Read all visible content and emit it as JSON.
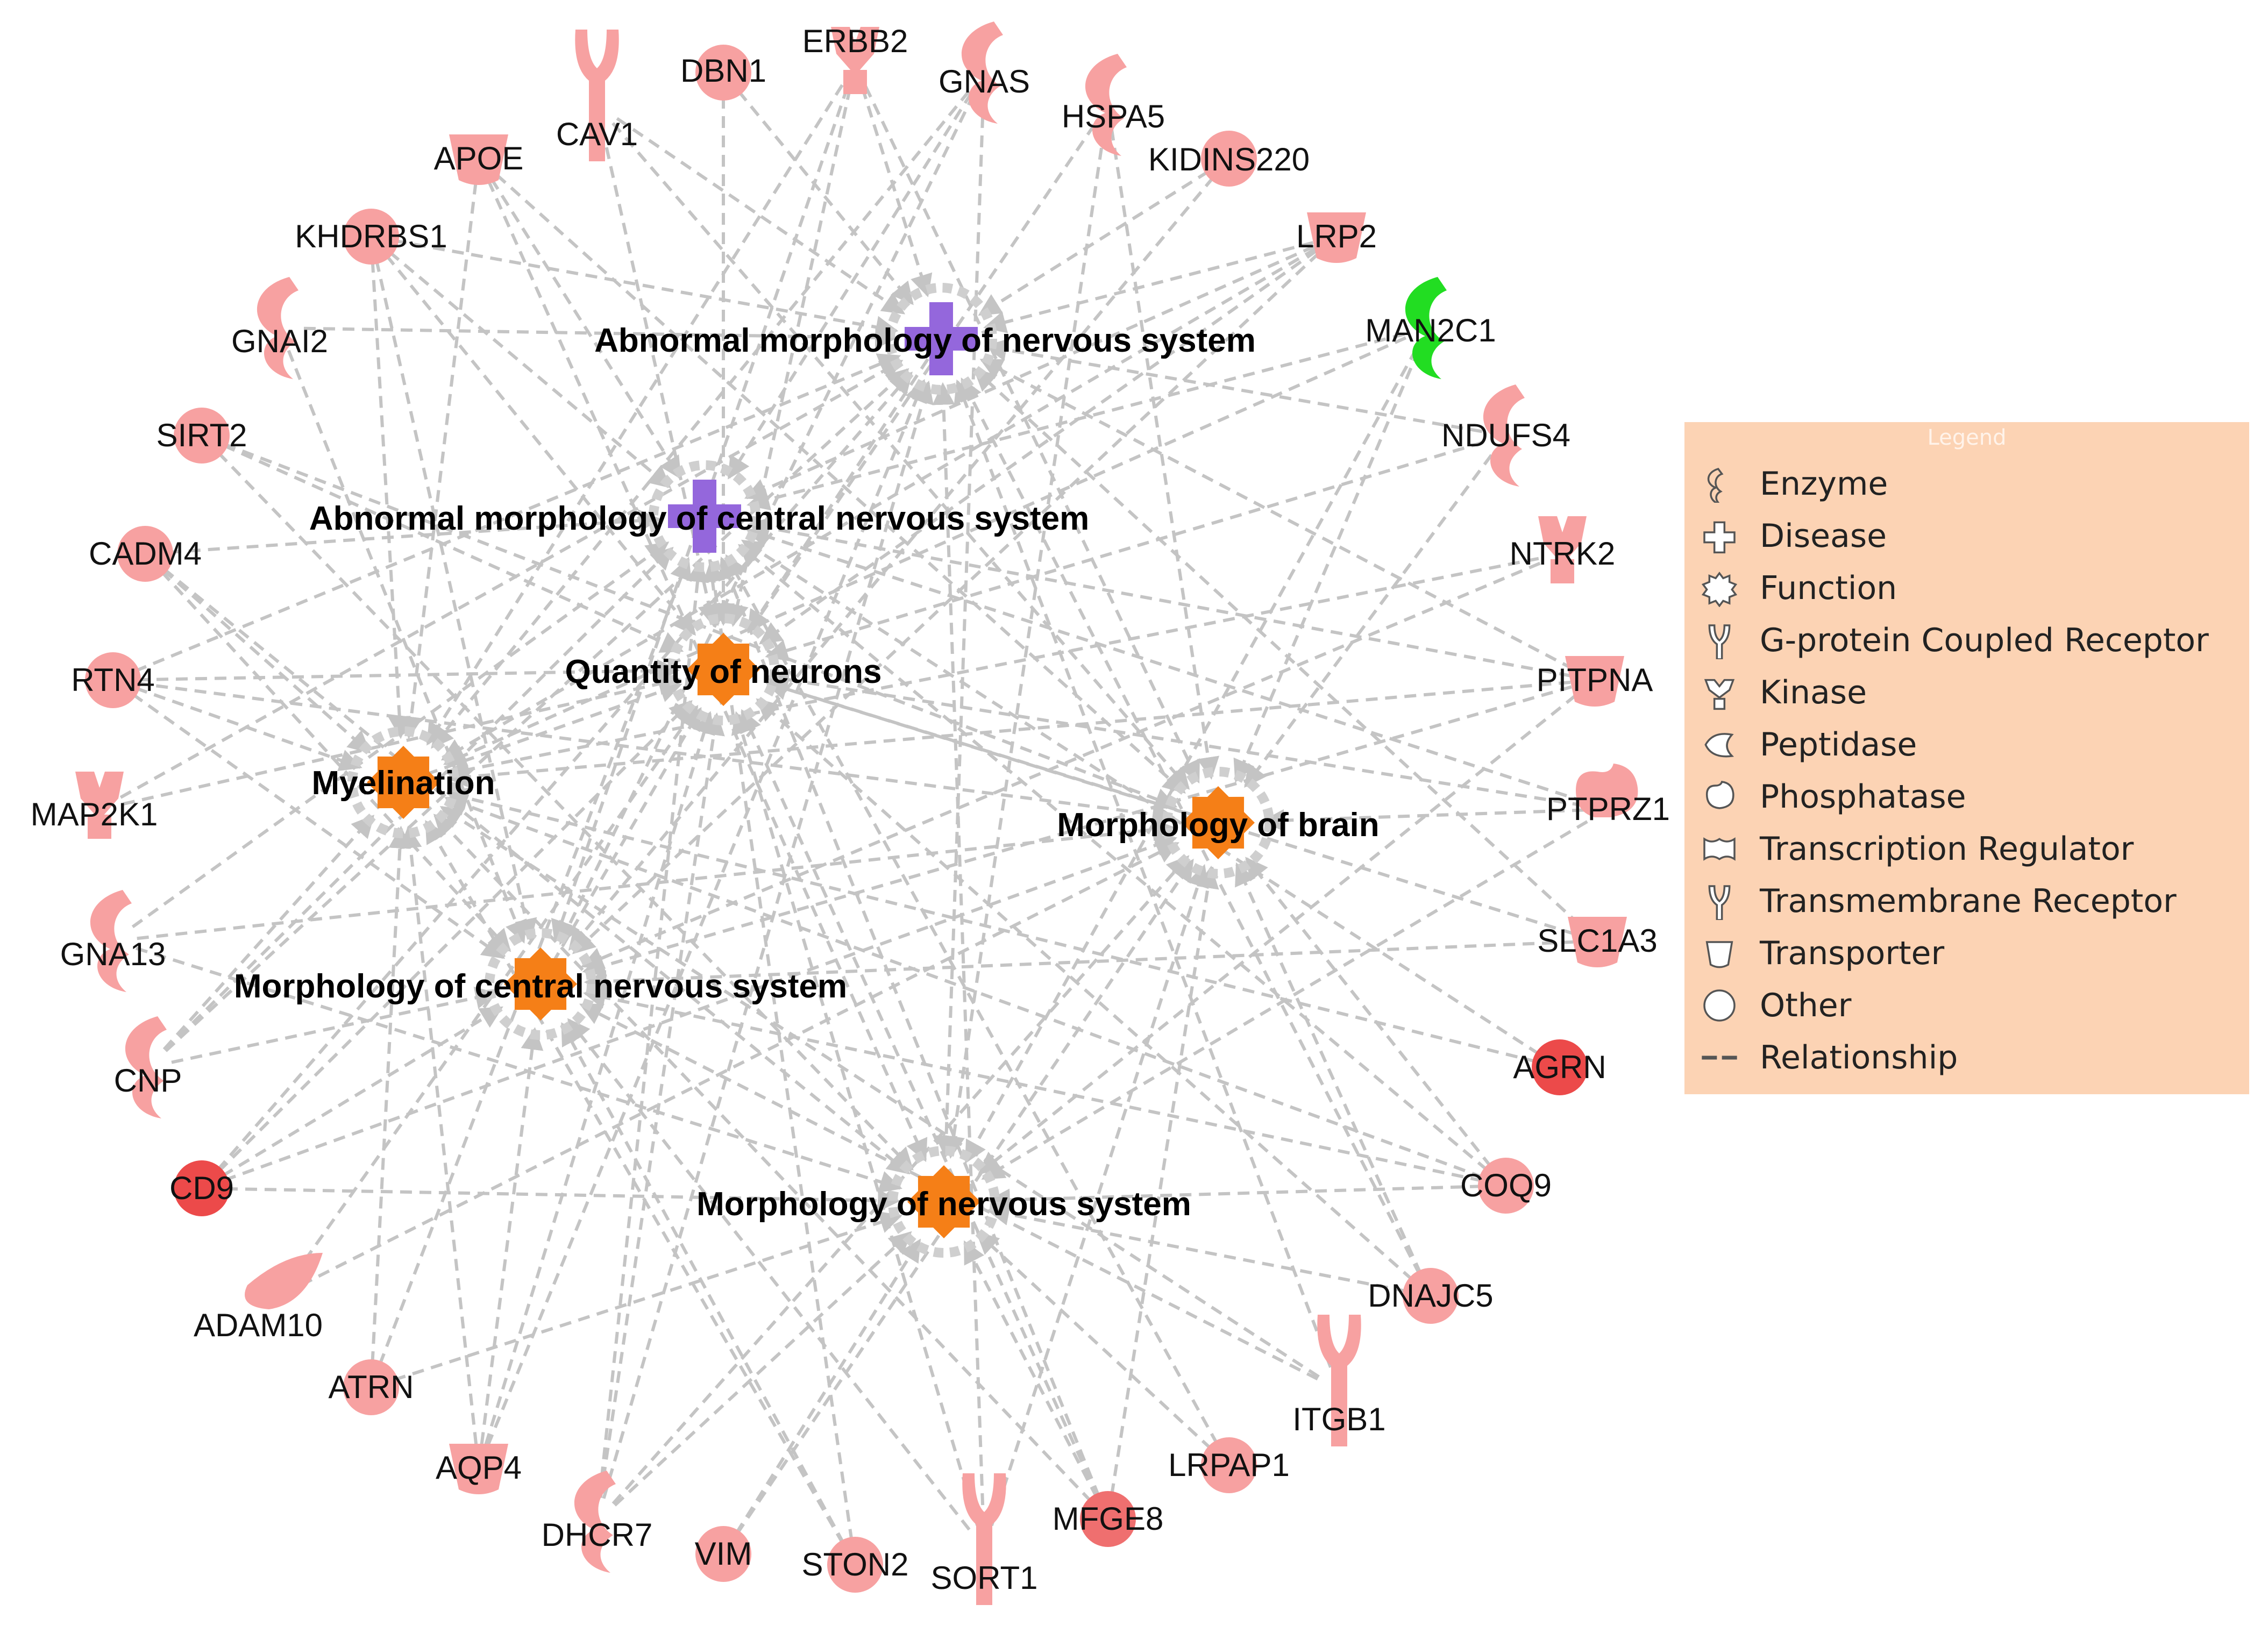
{
  "colors": {
    "gene_fill": "#f7a1a1",
    "gene_fill_dark": "#ec4a4a",
    "gene_fill_green": "#22dd22",
    "disease": "#9467dc",
    "function": "#f57f17",
    "edge": "#c4c4c4",
    "legend_bg": "#fcd3b4"
  },
  "legend": {
    "title": "Legend",
    "items": [
      {
        "label": "Enzyme",
        "icon": "enzyme-icon"
      },
      {
        "label": "Disease",
        "icon": "disease-icon"
      },
      {
        "label": "Function",
        "icon": "function-icon"
      },
      {
        "label": "G-protein Coupled Receptor",
        "icon": "gpcr-icon"
      },
      {
        "label": "Kinase",
        "icon": "kinase-icon"
      },
      {
        "label": "Peptidase",
        "icon": "peptidase-icon"
      },
      {
        "label": "Phosphatase",
        "icon": "phosphatase-icon"
      },
      {
        "label": "Transcription Regulator",
        "icon": "transcription-regulator-icon"
      },
      {
        "label": "Transmembrane Receptor",
        "icon": "transmembrane-receptor-icon"
      },
      {
        "label": "Transporter",
        "icon": "transporter-icon"
      },
      {
        "label": "Other",
        "icon": "other-icon"
      },
      {
        "label": "Relationship",
        "icon": "relationship-icon"
      }
    ]
  },
  "hubs": [
    {
      "id": "h1",
      "label": "Abnormal morphology of nervous system",
      "shape": "disease"
    },
    {
      "id": "h2",
      "label": "Abnormal morphology of central nervous system",
      "shape": "disease"
    },
    {
      "id": "h3",
      "label": "Quantity of neurons",
      "shape": "function"
    },
    {
      "id": "h4",
      "label": "Myelination",
      "shape": "function"
    },
    {
      "id": "h5",
      "label": "Morphology of brain",
      "shape": "function"
    },
    {
      "id": "h6",
      "label": "Morphology of central nervous system",
      "shape": "function"
    },
    {
      "id": "h7",
      "label": "Morphology of nervous system",
      "shape": "function"
    }
  ],
  "genes": [
    {
      "label": "DBN1",
      "shape": "other",
      "tone": "light"
    },
    {
      "label": "ERBB2",
      "shape": "kinase",
      "tone": "light"
    },
    {
      "label": "GNAS",
      "shape": "enzyme",
      "tone": "light"
    },
    {
      "label": "HSPA5",
      "shape": "enzyme",
      "tone": "light"
    },
    {
      "label": "KIDINS220",
      "shape": "other",
      "tone": "light"
    },
    {
      "label": "LRP2",
      "shape": "transporter",
      "tone": "light"
    },
    {
      "label": "MAN2C1",
      "shape": "enzyme",
      "tone": "green"
    },
    {
      "label": "NDUFS4",
      "shape": "enzyme",
      "tone": "light"
    },
    {
      "label": "NTRK2",
      "shape": "kinase",
      "tone": "light"
    },
    {
      "label": "PITPNA",
      "shape": "transporter",
      "tone": "light"
    },
    {
      "label": "PTPRZ1",
      "shape": "phosphatase",
      "tone": "light"
    },
    {
      "label": "SLC1A3",
      "shape": "transporter",
      "tone": "light"
    },
    {
      "label": "AGRN",
      "shape": "other",
      "tone": "dark"
    },
    {
      "label": "COQ9",
      "shape": "other",
      "tone": "light"
    },
    {
      "label": "DNAJC5",
      "shape": "other",
      "tone": "light"
    },
    {
      "label": "ITGB1",
      "shape": "receptor",
      "tone": "light"
    },
    {
      "label": "LRPAP1",
      "shape": "other",
      "tone": "light"
    },
    {
      "label": "MFGE8",
      "shape": "other",
      "tone": "medium"
    },
    {
      "label": "SORT1",
      "shape": "receptor",
      "tone": "light"
    },
    {
      "label": "STON2",
      "shape": "other",
      "tone": "light"
    },
    {
      "label": "VIM",
      "shape": "other",
      "tone": "light"
    },
    {
      "label": "DHCR7",
      "shape": "enzyme",
      "tone": "light"
    },
    {
      "label": "AQP4",
      "shape": "transporter",
      "tone": "light"
    },
    {
      "label": "ATRN",
      "shape": "other",
      "tone": "light"
    },
    {
      "label": "ADAM10",
      "shape": "peptidase",
      "tone": "light"
    },
    {
      "label": "CD9",
      "shape": "other",
      "tone": "dark"
    },
    {
      "label": "CNP",
      "shape": "enzyme",
      "tone": "light"
    },
    {
      "label": "GNA13",
      "shape": "enzyme",
      "tone": "light"
    },
    {
      "label": "MAP2K1",
      "shape": "kinase",
      "tone": "light"
    },
    {
      "label": "RTN4",
      "shape": "other",
      "tone": "light"
    },
    {
      "label": "CADM4",
      "shape": "other",
      "tone": "light"
    },
    {
      "label": "SIRT2",
      "shape": "other",
      "tone": "light"
    },
    {
      "label": "GNAI2",
      "shape": "enzyme",
      "tone": "light"
    },
    {
      "label": "KHDRBS1",
      "shape": "other",
      "tone": "light"
    },
    {
      "label": "APOE",
      "shape": "transporter",
      "tone": "light"
    },
    {
      "label": "CAV1",
      "shape": "receptor",
      "tone": "light"
    }
  ]
}
